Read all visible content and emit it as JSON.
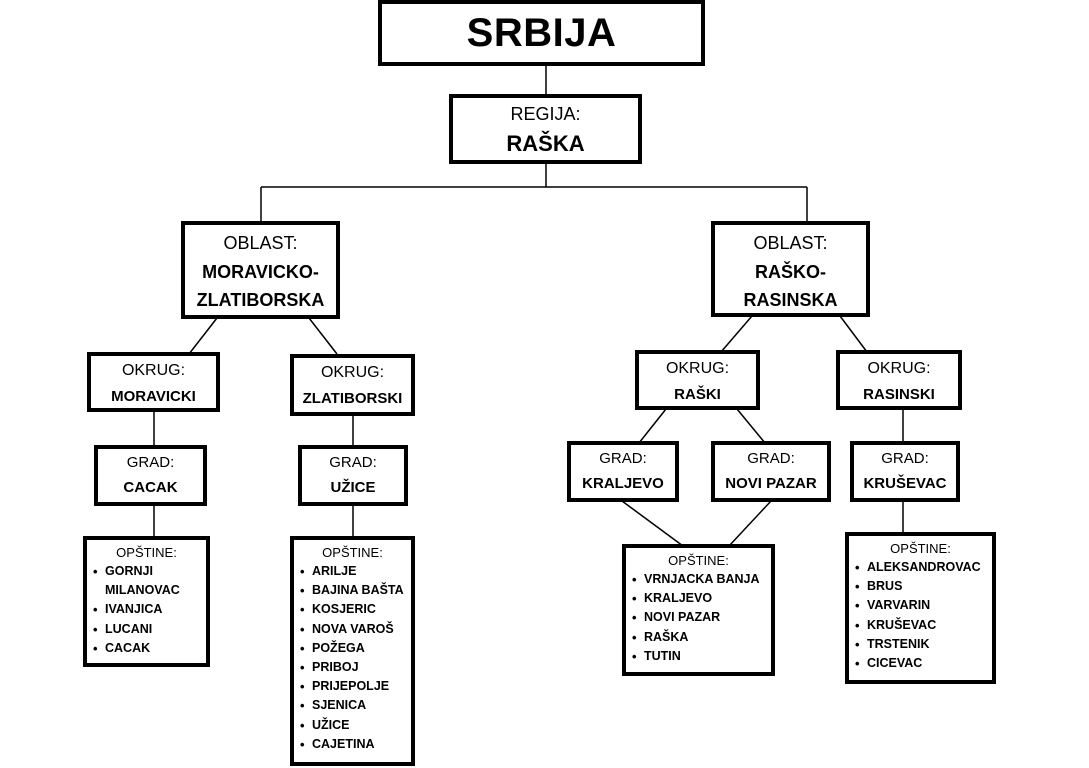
{
  "country": {
    "title": "SRBIJA"
  },
  "region": {
    "label": "REGIJA:",
    "name": "RAŠKA"
  },
  "oblasti": [
    {
      "label": "OBLAST:",
      "name_line1": "MORAVICKO-",
      "name_line2": "ZLATIBORSKA"
    },
    {
      "label": "OBLAST:",
      "name_line1": "RAŠKO-",
      "name_line2": "RASINSKA"
    }
  ],
  "okruzi": [
    {
      "label": "OKRUG:",
      "name": "MORAVICKI"
    },
    {
      "label": "OKRUG:",
      "name": "ZLATIBORSKI"
    },
    {
      "label": "OKRUG:",
      "name": "RAŠKI"
    },
    {
      "label": "OKRUG:",
      "name": "RASINSKI"
    }
  ],
  "gradovi": [
    {
      "label": "GRAD:",
      "name": "CACAK"
    },
    {
      "label": "GRAD:",
      "name": "UŽICE"
    },
    {
      "label": "GRAD:",
      "name": "KRALJEVO"
    },
    {
      "label": "GRAD:",
      "name": "NOVI PAZAR"
    },
    {
      "label": "GRAD:",
      "name": "KRUŠEVAC"
    }
  ],
  "opstine": [
    {
      "label": "OPŠTINE:",
      "items": [
        "GORNJI",
        "MILANOVAC",
        "IVANJICA",
        "LUCANI",
        "CACAK"
      ]
    },
    {
      "label": "OPŠTINE:",
      "items": [
        "ARILJE",
        "BAJINA BAŠTA",
        "KOSJERIC",
        "NOVA VAROŠ",
        "POŽEGA",
        "PRIBOJ",
        "PRIJEPOLJE",
        "SJENICA",
        "UŽICE",
        "CAJETINA"
      ]
    },
    {
      "label": "OPŠTINE:",
      "items": [
        "VRNJACKA BANJA",
        "KRALJEVO",
        "NOVI PAZAR",
        "RAŠKA",
        "TUTIN"
      ]
    },
    {
      "label": "OPŠTINE:",
      "items": [
        "ALEKSANDROVAC",
        "BRUS",
        "VARVARIN",
        "KRUŠEVAC",
        "TRSTENIK",
        "CICEVAC"
      ]
    }
  ]
}
